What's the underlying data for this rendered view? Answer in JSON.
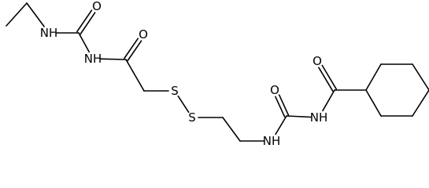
{
  "structure": {
    "atoms": [
      {
        "id": "c_eth1",
        "label": ""
      },
      {
        "id": "c_eth2",
        "label": ""
      },
      {
        "id": "n1",
        "label": "NH"
      },
      {
        "id": "c_urea1",
        "label": ""
      },
      {
        "id": "o1",
        "label": "O"
      },
      {
        "id": "n2",
        "label": "NH"
      },
      {
        "id": "c_acyl",
        "label": ""
      },
      {
        "id": "o2",
        "label": "O"
      },
      {
        "id": "c_ch2a",
        "label": ""
      },
      {
        "id": "s1",
        "label": "S"
      },
      {
        "id": "s2",
        "label": "S"
      },
      {
        "id": "c_ch2b",
        "label": ""
      },
      {
        "id": "c_ch2c",
        "label": ""
      },
      {
        "id": "n3",
        "label": "NH"
      },
      {
        "id": "c_urea2",
        "label": ""
      },
      {
        "id": "o3",
        "label": "O"
      },
      {
        "id": "n4",
        "label": "NH"
      },
      {
        "id": "c_amide",
        "label": ""
      },
      {
        "id": "o4",
        "label": "O"
      },
      {
        "id": "r1",
        "label": ""
      },
      {
        "id": "r2",
        "label": ""
      },
      {
        "id": "r3",
        "label": ""
      },
      {
        "id": "r4",
        "label": ""
      },
      {
        "id": "r5",
        "label": ""
      },
      {
        "id": "r6",
        "label": ""
      }
    ],
    "bonds": [
      {
        "a": "c_eth1",
        "b": "c_eth2",
        "order": 1
      },
      {
        "a": "c_eth2",
        "b": "n1",
        "order": 1
      },
      {
        "a": "n1",
        "b": "c_urea1",
        "order": 1
      },
      {
        "a": "c_urea1",
        "b": "o1",
        "order": 2
      },
      {
        "a": "c_urea1",
        "b": "n2",
        "order": 1
      },
      {
        "a": "n2",
        "b": "c_acyl",
        "order": 1
      },
      {
        "a": "c_acyl",
        "b": "o2",
        "order": 2
      },
      {
        "a": "c_acyl",
        "b": "c_ch2a",
        "order": 1
      },
      {
        "a": "c_ch2a",
        "b": "s1",
        "order": 1
      },
      {
        "a": "s1",
        "b": "s2",
        "order": 1
      },
      {
        "a": "s2",
        "b": "c_ch2b",
        "order": 1
      },
      {
        "a": "c_ch2b",
        "b": "c_ch2c",
        "order": 1
      },
      {
        "a": "c_ch2c",
        "b": "n3",
        "order": 1
      },
      {
        "a": "n3",
        "b": "c_urea2",
        "order": 1
      },
      {
        "a": "c_urea2",
        "b": "o3",
        "order": 2
      },
      {
        "a": "c_urea2",
        "b": "n4",
        "order": 1
      },
      {
        "a": "n4",
        "b": "c_amide",
        "order": 1
      },
      {
        "a": "c_amide",
        "b": "o4",
        "order": 2
      },
      {
        "a": "c_amide",
        "b": "r1",
        "order": 1
      },
      {
        "a": "r1",
        "b": "r2",
        "order": 1
      },
      {
        "a": "r2",
        "b": "r3",
        "order": 1
      },
      {
        "a": "r3",
        "b": "r4",
        "order": 1
      },
      {
        "a": "r4",
        "b": "r5",
        "order": 1
      },
      {
        "a": "r5",
        "b": "r6",
        "order": 1
      },
      {
        "a": "r6",
        "b": "r1",
        "order": 1
      }
    ]
  }
}
